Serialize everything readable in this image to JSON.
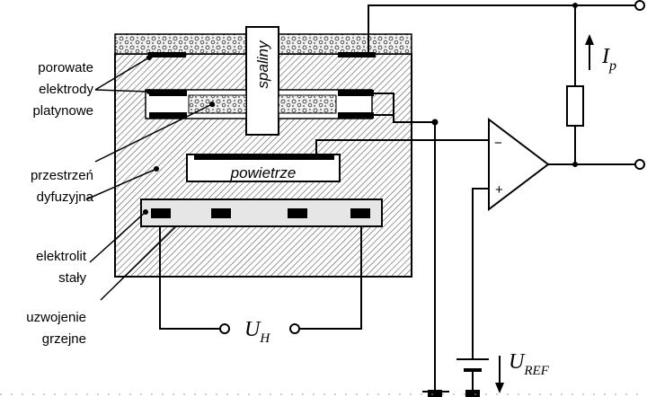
{
  "labels": {
    "porowate": "porowate",
    "elektrody": "elektrody",
    "platynowe": "platynowe",
    "przestrzen": "przestrzeń",
    "dyfuzyjna": "dyfuzyjna",
    "elektrolit": "elektrolit",
    "staly": "stały",
    "uzwojenie": "uzwojenie",
    "grzejne": "grzejne",
    "spaliny": "spaliny",
    "powietrze": "powietrze"
  },
  "symbols": {
    "ip_main": "I",
    "ip_sub": "p",
    "uh_main": "U",
    "uh_sub": "H",
    "uref_main": "U",
    "uref_sub": "REF",
    "opamp_minus": "−",
    "opamp_plus": "+"
  }
}
